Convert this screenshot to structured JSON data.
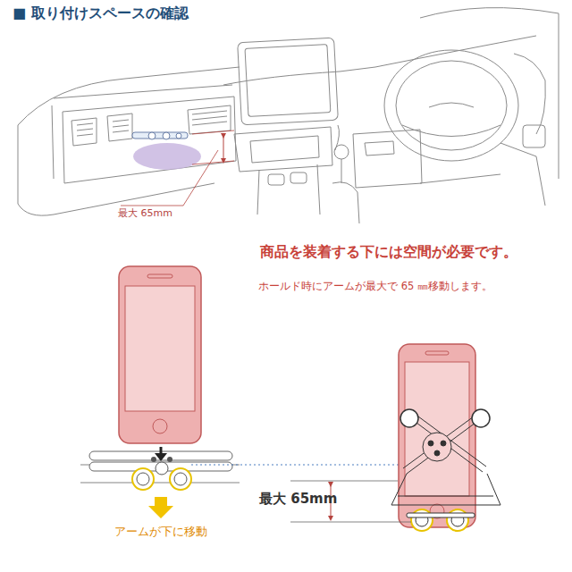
{
  "diagram": {
    "title": "■ 取り付けスペースの確認",
    "labels": [
      "最大 65mm",
      "商品を装着する下には空間が必要です。",
      "ホールド時にアームが最大で 65 ㎜移動します。",
      "最大 65mm",
      "アームが下に移動"
    ]
  }
}
